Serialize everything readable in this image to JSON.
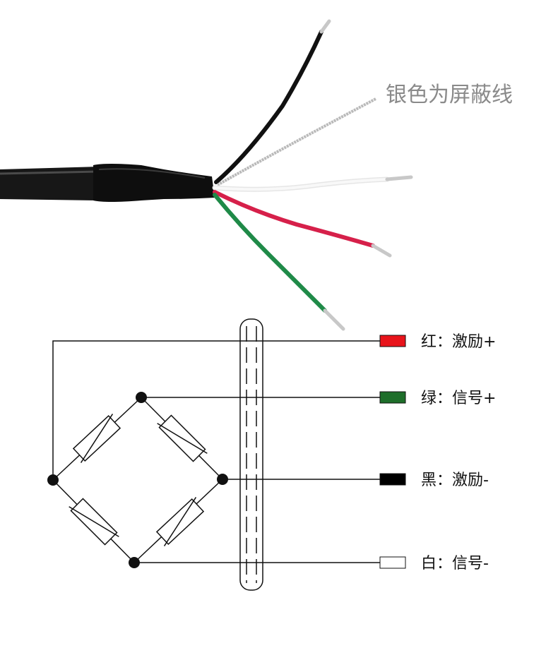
{
  "cable": {
    "shield_label": "银色为屏蔽线",
    "wire_colors": {
      "black": "#111111",
      "silver": "#b9b9b9",
      "white": "#f4f4f4",
      "red": "#d6204a",
      "green": "#1f8a48",
      "jacket": "#151515"
    }
  },
  "legend": [
    {
      "text": "红：激励+",
      "color": "#e8141b"
    },
    {
      "text": "绿：信号+",
      "color": "#1e6e2a"
    },
    {
      "text": "黑：激励-",
      "color": "#000000"
    },
    {
      "text": "白：信号-",
      "color": "#ffffff"
    }
  ]
}
